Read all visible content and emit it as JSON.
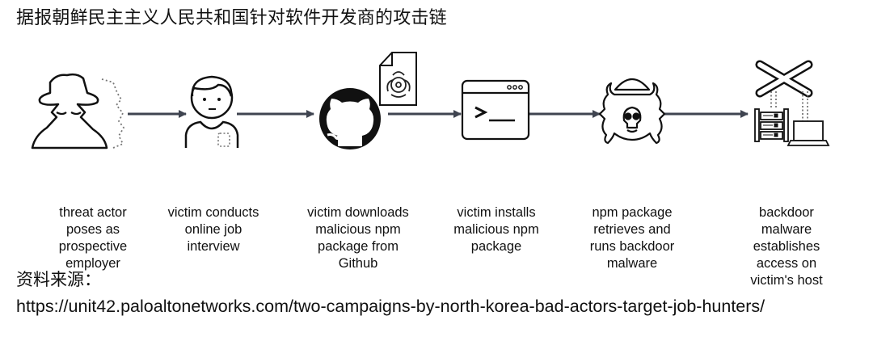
{
  "title": "据报朝鲜民主主义人民共和国针对软件开发商的攻击链",
  "diagram": {
    "arrow_color": "#3f4450",
    "steps": [
      {
        "icon": "spy-icon",
        "label": "threat actor poses as prospective employer",
        "lines": [
          "threat actor",
          "poses as",
          "prospective",
          "employer"
        ]
      },
      {
        "icon": "person-icon",
        "label": "victim conducts online job interview",
        "lines": [
          "victim conducts",
          "online job",
          "interview"
        ]
      },
      {
        "icon": "github-icon",
        "label": "victim downloads malicious npm package from Github",
        "lines": [
          "victim downloads",
          "malicious npm",
          "package from",
          "Github"
        ]
      },
      {
        "icon": "terminal-icon",
        "label": "victim installs malicious npm package",
        "lines": [
          "victim installs",
          "malicious npm",
          "package"
        ]
      },
      {
        "icon": "malware-bug-icon",
        "label": "npm package retrieves and runs backdoor malware",
        "lines": [
          "npm package",
          "retrieves and",
          "runs backdoor",
          "malware"
        ]
      },
      {
        "icon": "network-host-icon",
        "label": "backdoor malware establishes access on victim's host",
        "lines": [
          "backdoor",
          "malware",
          "establishes",
          "access on",
          "victim's host"
        ]
      }
    ],
    "terminal_prompt": ">__"
  },
  "source": {
    "label": "资料来源：",
    "url": "https://unit42.paloaltonetworks.com/two-campaigns-by-north-korea-bad-actors-target-job-hunters/"
  }
}
